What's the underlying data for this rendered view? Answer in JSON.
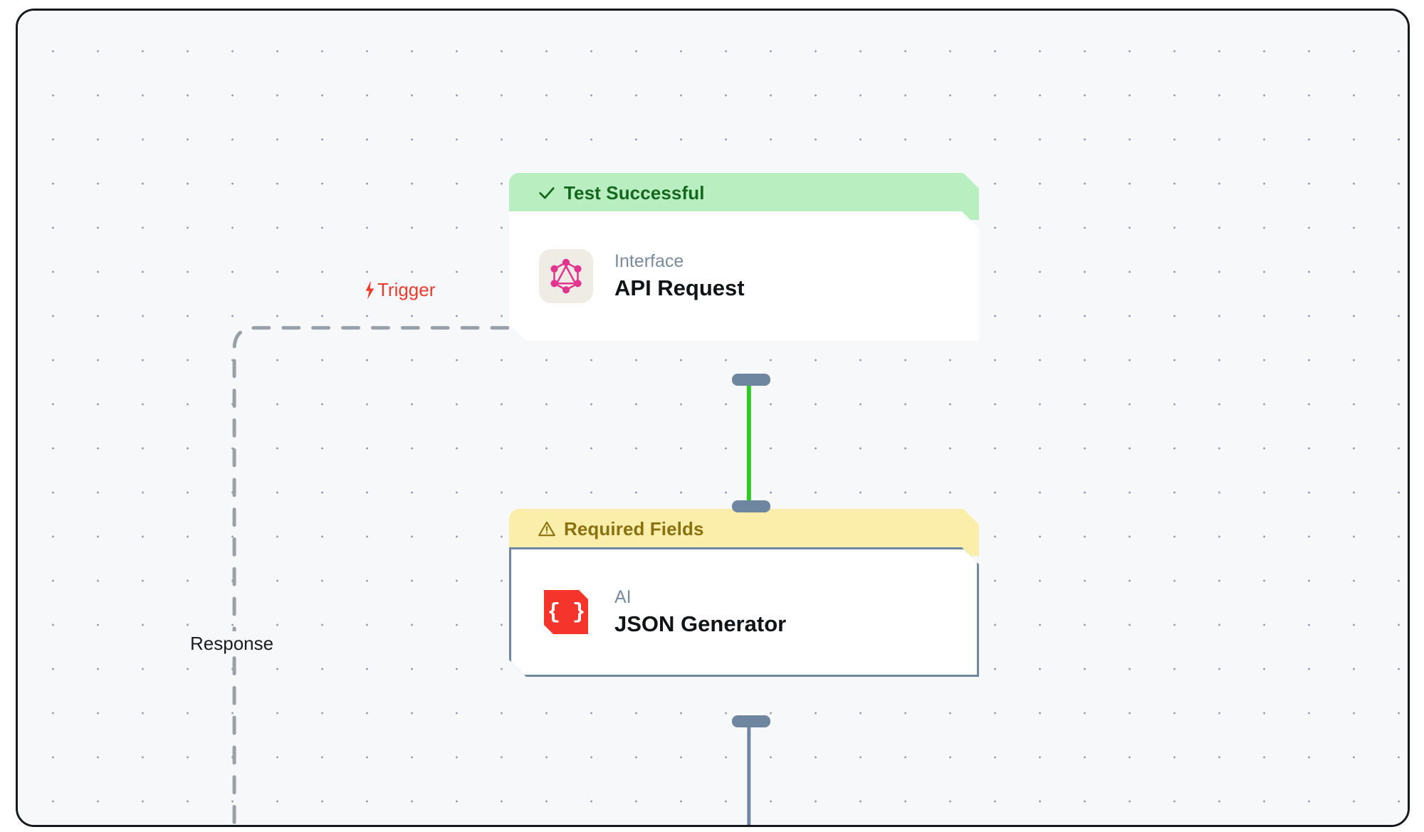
{
  "canvas": {
    "label": "workflow-canvas",
    "grid": "dots",
    "background_color": "#f7f8fa",
    "dot_color": "#9aa0ab"
  },
  "edges": [
    {
      "id": "trigger-edge",
      "label": "Trigger",
      "icon": "lightning-bolt-icon",
      "style": "dashed",
      "color": "#9aa0a8",
      "label_color": "#ea3b2e"
    },
    {
      "id": "response-edge",
      "label": "Response",
      "style": "dashed",
      "color": "#9aa0a8",
      "label_color": "#1b1d21"
    },
    {
      "id": "api-to-json-edge",
      "label": "",
      "style": "solid",
      "color": "#2ecc22"
    },
    {
      "id": "json-output-edge",
      "label": "",
      "style": "solid",
      "color": "#6e86a0"
    }
  ],
  "nodes": [
    {
      "id": "api-request-node",
      "banner": {
        "text": "Test Successful",
        "icon": "check-icon",
        "status": "success",
        "background_color": "#b8eec0",
        "text_color": "#15671f"
      },
      "kind": "Interface",
      "title": "API Request",
      "icon": "graphql-icon",
      "icon_color": "#e1358f",
      "selected": false
    },
    {
      "id": "json-generator-node",
      "banner": {
        "text": "Required Fields",
        "icon": "warning-triangle-icon",
        "status": "warning",
        "background_color": "#fbeeaa",
        "text_color": "#8a7110"
      },
      "kind": "AI",
      "title": "JSON Generator",
      "icon": "json-braces-icon",
      "icon_color": "#f5352b",
      "icon_glyph": "{ }",
      "selected": true
    }
  ]
}
